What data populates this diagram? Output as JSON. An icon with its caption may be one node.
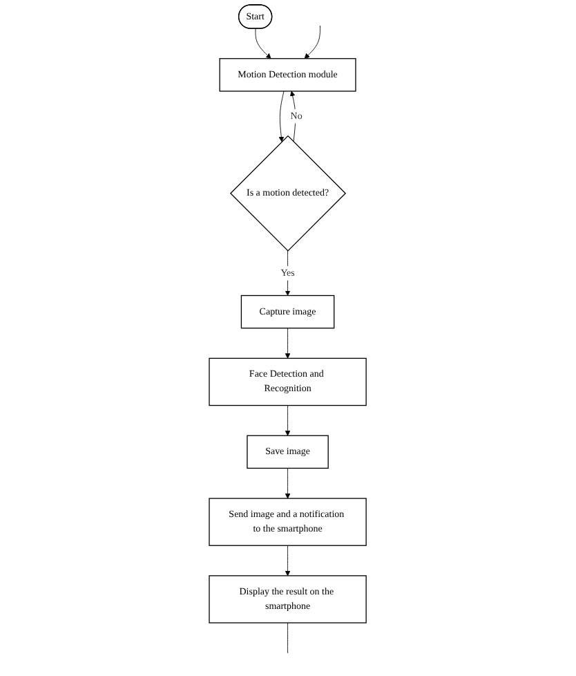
{
  "diagram": {
    "nodes": [
      {
        "text": [
          "Start"
        ]
      },
      {
        "text": [
          "Motion Detection module"
        ]
      },
      {
        "text": [
          "Is a motion detected?"
        ]
      },
      {
        "text": [
          "Capture image"
        ]
      },
      {
        "text": [
          "Face Detection and Recognition"
        ]
      },
      {
        "text": [
          "Save image"
        ]
      },
      {
        "text": [
          "Send image and a notification to the smartphone"
        ]
      },
      {
        "text": [
          "Display the result on the smartphone"
        ]
      }
    ],
    "edges": [
      {
        "from": 0,
        "to": 1,
        "arrow": "to"
      },
      {
        "from": 1,
        "to": 2,
        "arrow": "to"
      },
      {
        "from": 2,
        "to": 1,
        "arrow": "to",
        "label": "No"
      },
      {
        "from": 2,
        "to": 3,
        "arrow": "to",
        "label": "Yes"
      },
      {
        "from": 3,
        "to": 4,
        "arrow": "to"
      },
      {
        "from": 4,
        "to": 5,
        "arrow": "to"
      },
      {
        "from": 5,
        "to": 6,
        "arrow": "to"
      },
      {
        "from": 6,
        "to": 7,
        "arrow": "to"
      },
      {
        "from": 7,
        "to": null,
        "arrow": "none"
      },
      {
        "from": null,
        "to": 1,
        "arrow": "to"
      }
    ]
  }
}
